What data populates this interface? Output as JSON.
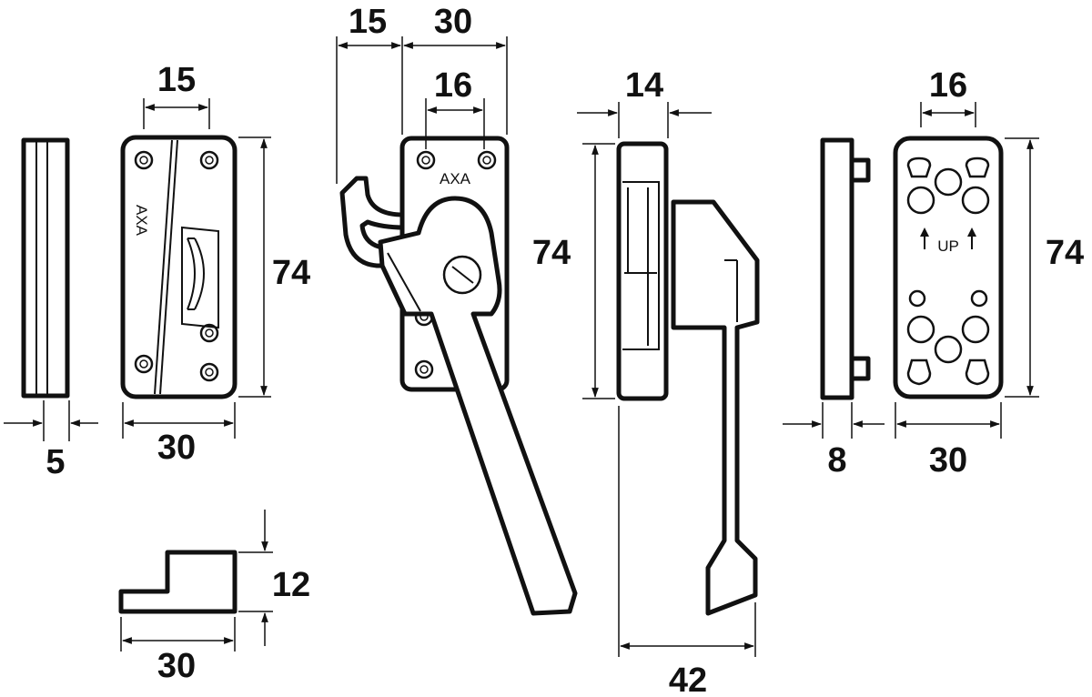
{
  "dimensions": {
    "strike_side_thickness": "5",
    "strike_front_width": "30",
    "strike_front_height": "74",
    "strike_screw_spacing": "15",
    "keeper_height": "12",
    "keeper_width": "30",
    "handle_hook_offset": "15",
    "handle_plate_width": "30",
    "handle_screw_spacing": "16",
    "handle_side_depth": "14",
    "handle_side_height": "74",
    "handle_projection": "42",
    "backplate_side_thickness": "8",
    "backplate_width": "30",
    "backplate_height": "74",
    "backplate_hole_spacing": "16"
  },
  "labels": {
    "strike_brand": "AXA",
    "handle_brand": "AXA",
    "backplate_up": "UP"
  },
  "colors": {
    "line": "#111111",
    "background": "#ffffff"
  }
}
